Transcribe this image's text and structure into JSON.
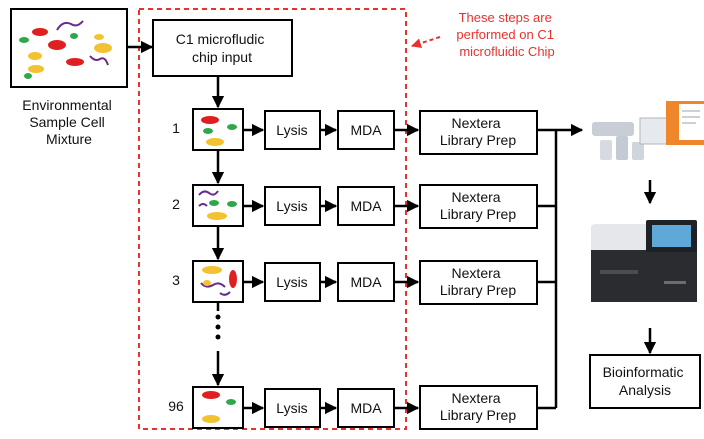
{
  "source_label": [
    "Environmental",
    "Sample Cell",
    "Mixture"
  ],
  "chip_input": [
    "C1 microfludic",
    "chip input"
  ],
  "annotation": [
    "These steps are",
    "performed on C1",
    "microfluidic Chip"
  ],
  "rows": [
    {
      "number": "1",
      "lysis": "Lysis",
      "mda": "MDA",
      "library": [
        "Nextera",
        "Library Prep"
      ]
    },
    {
      "number": "2",
      "lysis": "Lysis",
      "mda": "MDA",
      "library": [
        "Nextera",
        "Library Prep"
      ]
    },
    {
      "number": "3",
      "lysis": "Lysis",
      "mda": "MDA",
      "library": [
        "Nextera",
        "Library Prep"
      ]
    },
    {
      "number": "96",
      "lysis": "Lysis",
      "mda": "MDA",
      "library": [
        "Nextera",
        "Library Prep"
      ]
    }
  ],
  "analysis": [
    "Bioinformatic",
    "Analysis"
  ],
  "colors": {
    "annotation": "#e8322e",
    "dashed_border": "#e8322e",
    "cell_red": "#e02020",
    "cell_green": "#2ea84a",
    "cell_yellow": "#f2c230",
    "cell_purple": "#6a2a8a",
    "instrument_orange": "#f0862a"
  },
  "icons": [
    "cell-mixture-icon",
    "sequencer-prep-icon",
    "sequencer-instrument-icon"
  ]
}
